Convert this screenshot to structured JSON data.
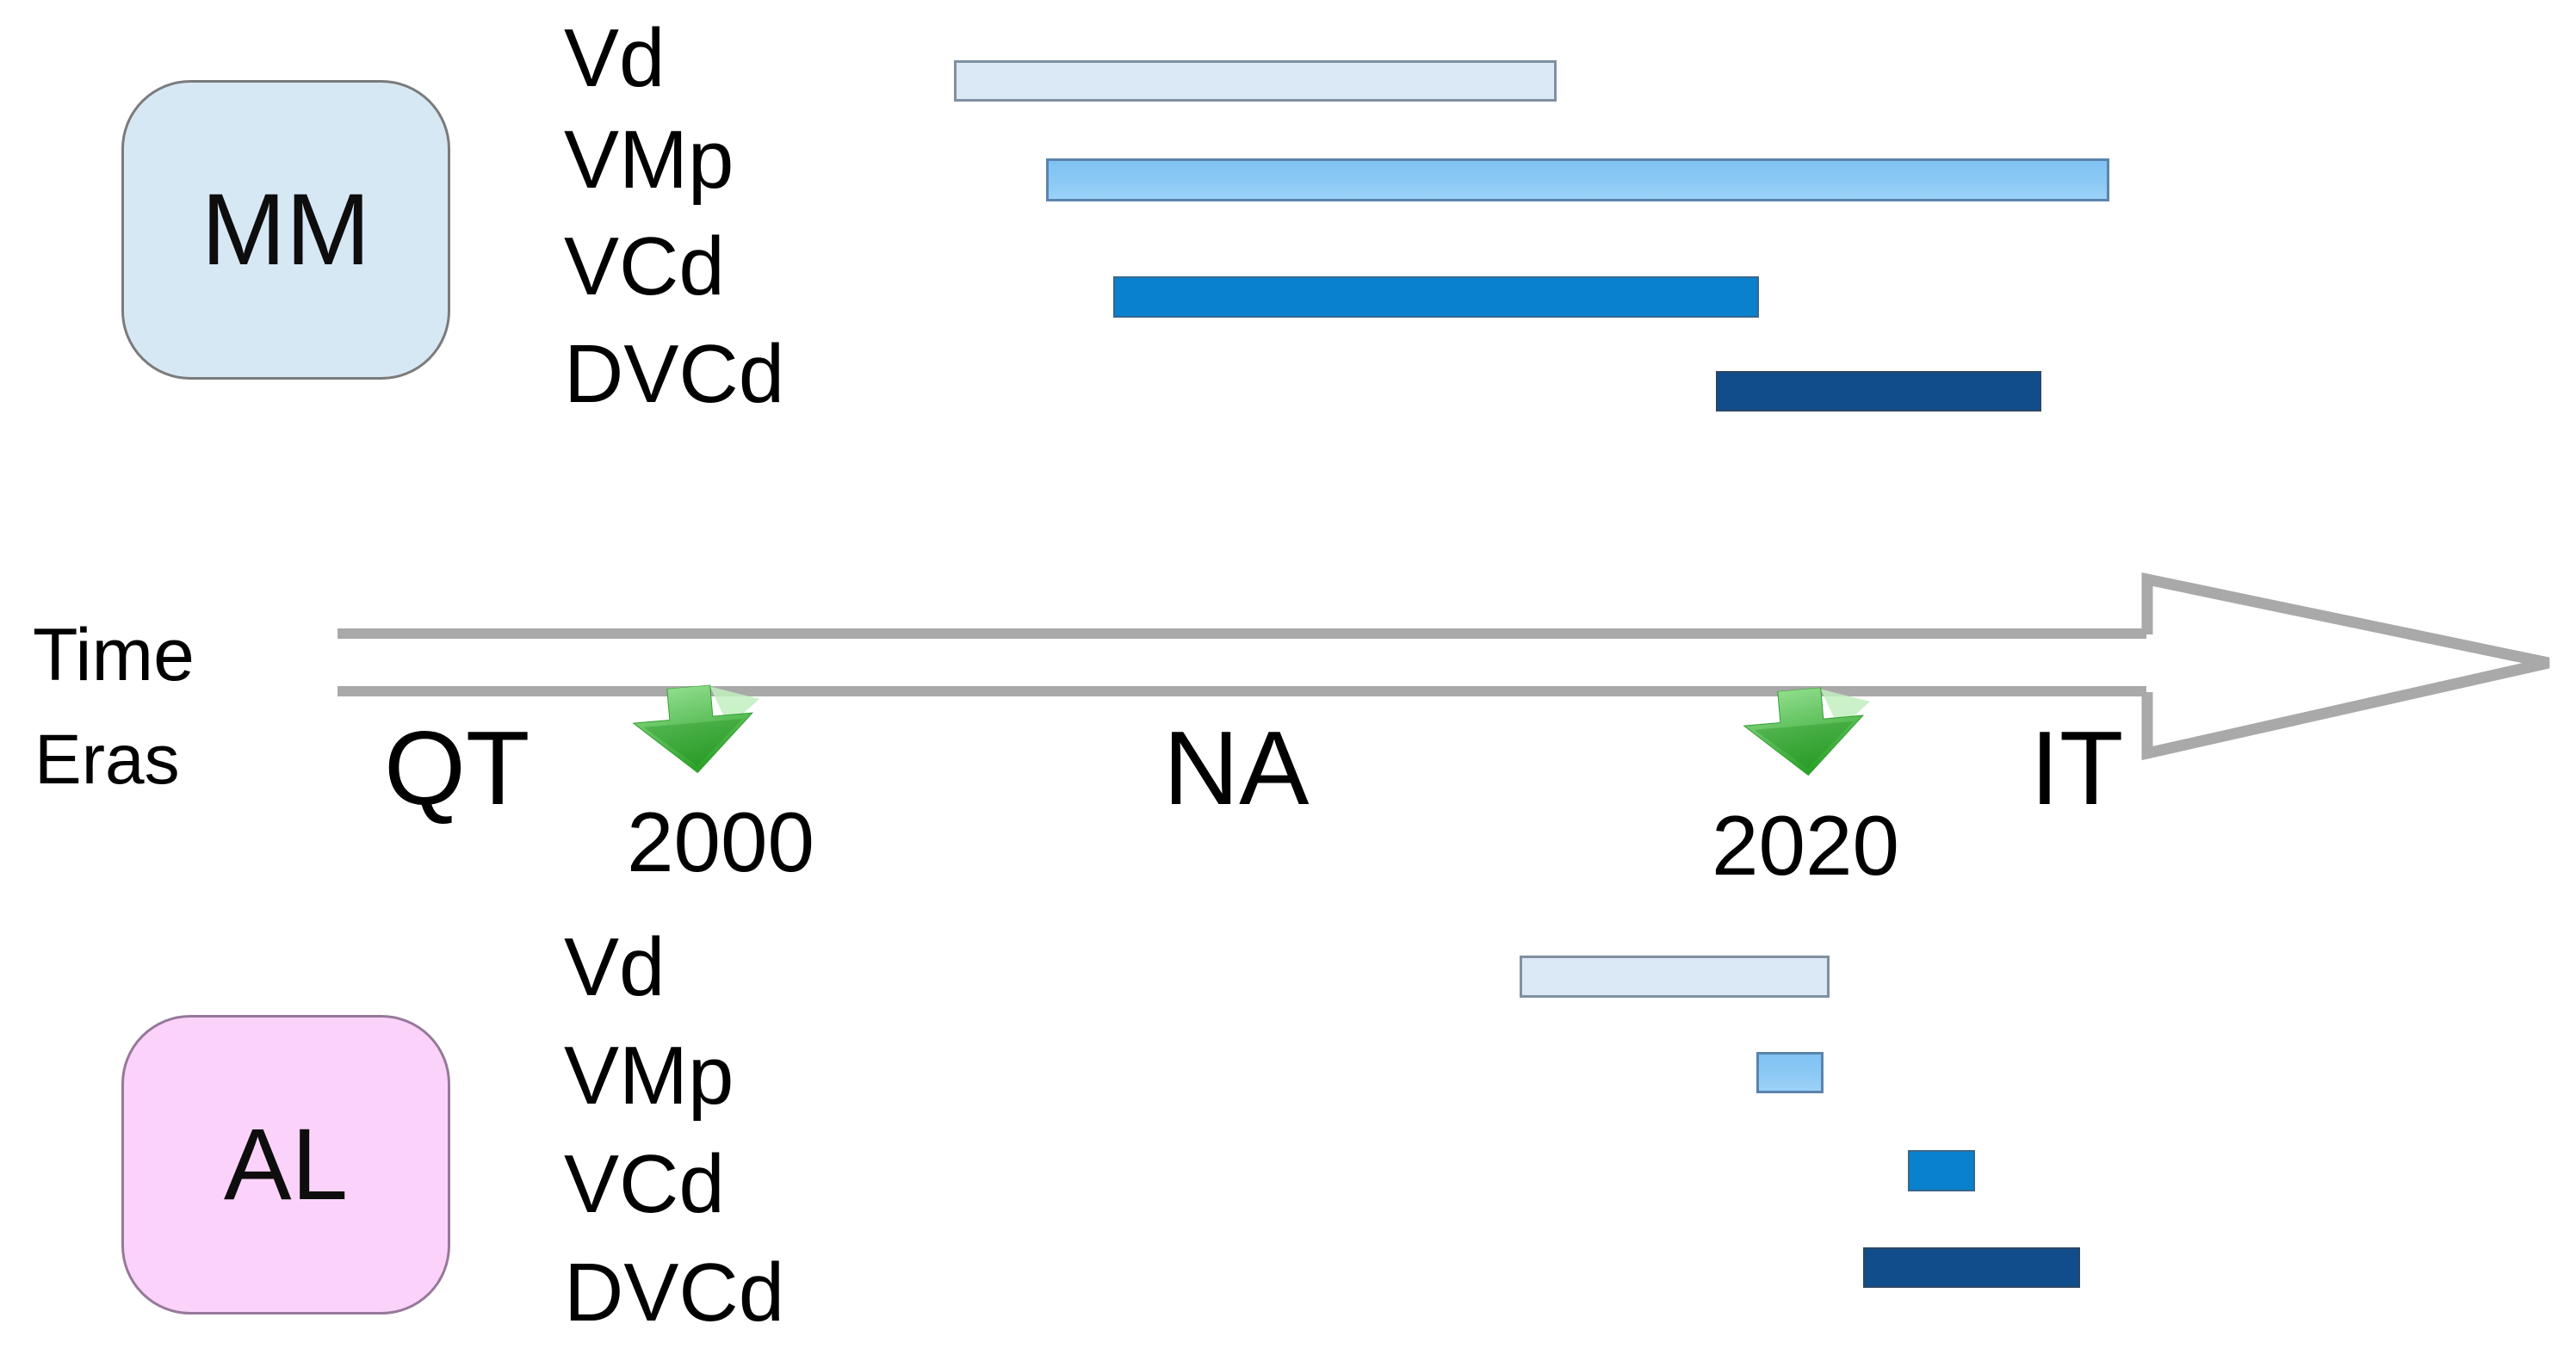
{
  "figure": {
    "description_visible_text_only": "Timeline diagram with two groups of horizontal span bars",
    "groups": {
      "mm": {
        "label": "MM",
        "row_labels": [
          "Vd",
          "VMp",
          "VCd",
          "DVCd"
        ]
      },
      "al": {
        "label": "AL",
        "row_labels": [
          "Vd",
          "VMp",
          "VCd",
          "DVCd"
        ]
      }
    },
    "timeline": {
      "time_label": "Time",
      "eras_label": "Eras",
      "era_labels": [
        "QT",
        "NA",
        "IT"
      ],
      "year_markers": [
        "2000",
        "2020"
      ]
    }
  },
  "bars": {
    "mm_vd": {
      "row": "Vd",
      "style": "left:1108px;top:70px;width:700px;height:48px"
    },
    "mm_vmp": {
      "row": "VMp",
      "style": "left:1215px;top:184px;width:1235px;height:50px"
    },
    "mm_vcd": {
      "row": "VCd",
      "style": "left:1293px;top:321px;width:750px;height:48px"
    },
    "mm_dvcd": {
      "row": "DVCd",
      "style": "left:1993px;top:431px;width:378px;height:47px"
    },
    "al_vd": {
      "row": "Vd",
      "style": "left:1765px;top:1110px;width:360px;height:49px"
    },
    "al_vmp": {
      "row": "VMp",
      "style": "left:2040px;top:1222px;width:78px;height:48px"
    },
    "al_vcd": {
      "row": "VCd",
      "style": "left:2216px;top:1336px;width:78px;height:48px"
    },
    "al_dvcd": {
      "row": "DVCd",
      "style": "left:2164px;top:1449px;width:252px;height:47px"
    }
  },
  "colors": {
    "row_vd": "#dbe9f6",
    "row_vmp": "#85c5f4",
    "row_vcd": "#0981cd",
    "row_dvcd": "#114d8b",
    "mm_box_fill": "#d7e8f5",
    "al_box_fill": "#fbd3fa",
    "timeline_gray": "#a9a9a9",
    "marker_green": "#2da32a"
  },
  "icons": {
    "timeline_arrowhead": "hollow-right-arrowhead",
    "year_marker": "green-3d-down-arrow"
  }
}
